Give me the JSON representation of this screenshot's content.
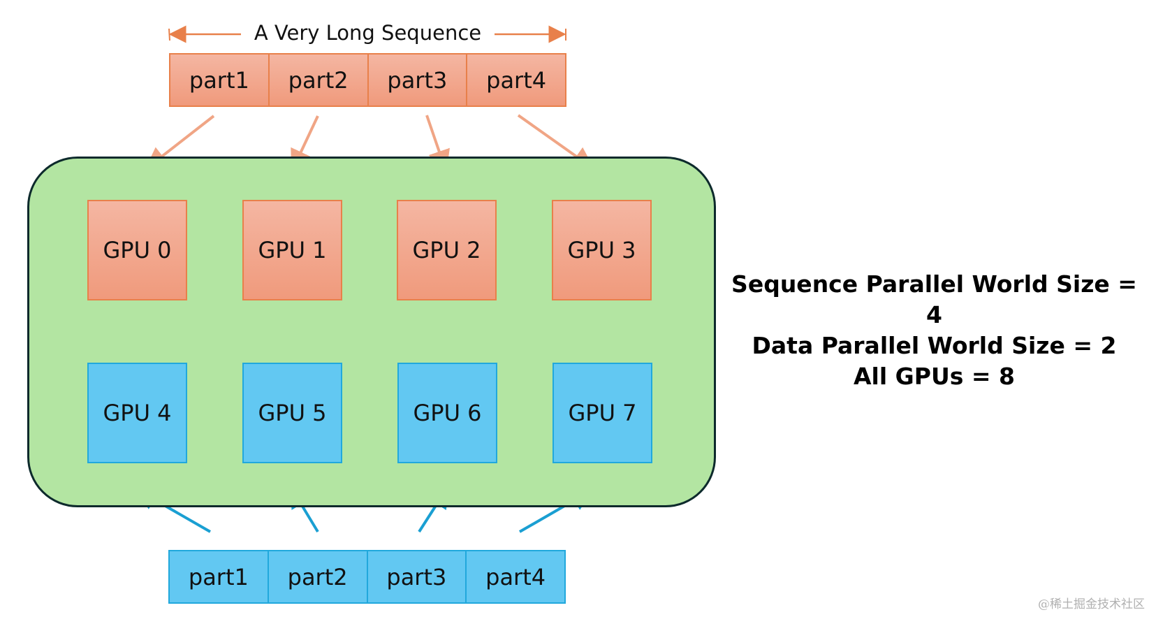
{
  "diagram": {
    "sequence_label": "A Very Long Sequence",
    "top_parts": [
      "part1",
      "part2",
      "part3",
      "part4"
    ],
    "bottom_parts": [
      "part1",
      "part2",
      "part3",
      "part4"
    ],
    "gpus_row1": [
      "GPU 0",
      "GPU 1",
      "GPU 2",
      "GPU 3"
    ],
    "gpus_row2": [
      "GPU 4",
      "GPU 5",
      "GPU 6",
      "GPU 7"
    ],
    "info": {
      "sp_line": "Sequence Parallel World Size = 4",
      "dp_line": "Data Parallel World Size = 2",
      "all_line": "All GPUs = 8"
    },
    "watermark": "@稀土掘金技术社区",
    "colors": {
      "orange_fill": "#f2a88d",
      "orange_border": "#e8804a",
      "blue_fill": "#62c8f2",
      "blue_border": "#21a8dc",
      "green_fill": "#b3e5a2",
      "green_border": "#0d2a2c",
      "orange_arrow": "#f0a585",
      "blue_arrow": "#1a9fd2"
    }
  }
}
